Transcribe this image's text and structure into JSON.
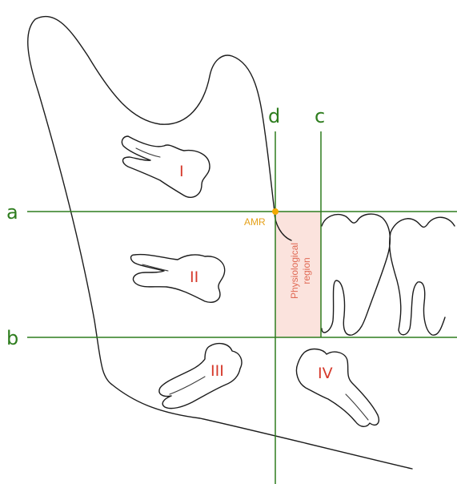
{
  "colors": {
    "guide_lines": "#2e7d1e",
    "line_labels": "#2e7d1e",
    "tooth_numerals": "#d63a2c",
    "amr_point": "#f2a900",
    "amr_label": "#e5a11a",
    "region_fill": "#fbe3dd",
    "region_text": "#e06a55",
    "outline": "#1c1c1c"
  },
  "line_labels": {
    "a": "a",
    "b": "b",
    "c": "c",
    "d": "d"
  },
  "teeth": [
    {
      "id": "I",
      "label": "I"
    },
    {
      "id": "II",
      "label": "II"
    },
    {
      "id": "III",
      "label": "III"
    },
    {
      "id": "IV",
      "label": "IV"
    }
  ],
  "amr": {
    "label": "AMR"
  },
  "region": {
    "line1": "Physiological",
    "line2": "region"
  }
}
